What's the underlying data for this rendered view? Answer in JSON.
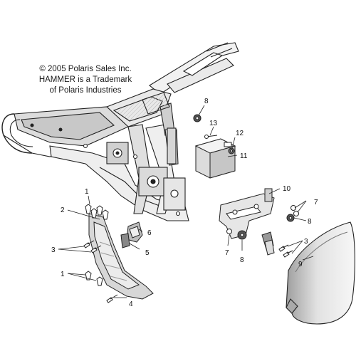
{
  "copyright": {
    "line1": "© 2005 Polaris Sales Inc.",
    "line2": "HAMMER is a Trademark",
    "line3": "of Polaris Industries"
  },
  "callouts": [
    {
      "id": "c1a",
      "num": "1"
    },
    {
      "id": "c2",
      "num": "2"
    },
    {
      "id": "c3a",
      "num": "3"
    },
    {
      "id": "c1b",
      "num": "1"
    },
    {
      "id": "c4",
      "num": "4"
    },
    {
      "id": "c5",
      "num": "5"
    },
    {
      "id": "c6",
      "num": "6"
    },
    {
      "id": "c8a",
      "num": "8"
    },
    {
      "id": "c13",
      "num": "13"
    },
    {
      "id": "c12",
      "num": "12"
    },
    {
      "id": "c11",
      "num": "11"
    },
    {
      "id": "c10",
      "num": "10"
    },
    {
      "id": "c7a",
      "num": "7"
    },
    {
      "id": "c8b",
      "num": "8"
    },
    {
      "id": "c7b",
      "num": "7"
    },
    {
      "id": "c8c",
      "num": "8"
    },
    {
      "id": "c3b",
      "num": "3"
    },
    {
      "id": "c9",
      "num": "9"
    }
  ],
  "colors": {
    "line": "#222222",
    "shade": "#d9d9d9",
    "dark": "#9a9a9a"
  }
}
